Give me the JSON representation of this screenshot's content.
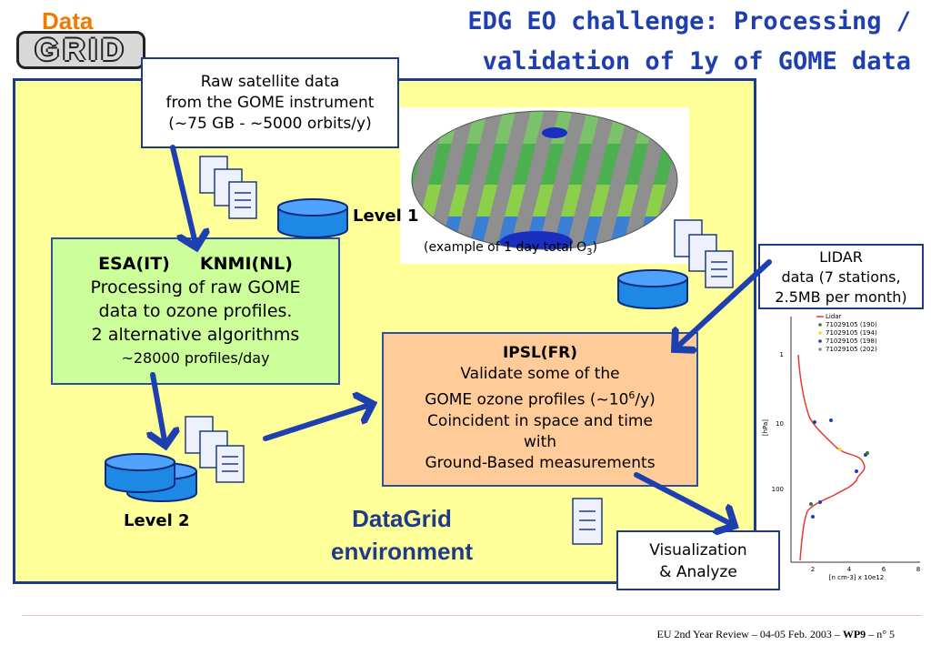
{
  "title": {
    "line1": "EDG EO challenge: Processing /",
    "line2": "validation of 1y of GOME data"
  },
  "logo": {
    "top_word": "Data",
    "bottom_word": "GRID",
    "accent": "#f07a00"
  },
  "raw_data_box": {
    "line1": "Raw satellite data",
    "line2": "from the GOME instrument",
    "line3": "(~75 GB - ~5000 orbits/y)"
  },
  "globe_caption": {
    "text": "(example of 1 day total O",
    "subscript": "3",
    "close": ")"
  },
  "level1_label": "Level 1",
  "level2_label": "Level 2",
  "esa_box": {
    "org1": "ESA(IT)",
    "org2": "KNMI(NL)",
    "line1": "Processing of raw GOME",
    "line2": "data to ozone profiles.",
    "line3": "2 alternative algorithms",
    "line4": "~28000 profiles/day"
  },
  "ipsl_box": {
    "org": "IPSL(FR)",
    "line1": "Validate some of the",
    "line2_pre": "GOME ozone profiles (~10",
    "line2_sup": "6",
    "line2_post": "/y)",
    "line3": "Coincident in space and time",
    "line4": "with",
    "line5": "Ground-Based measurements"
  },
  "lidar_box": {
    "line1": "LIDAR",
    "line2": "data (7 stations,",
    "line3": "2.5MB per month)"
  },
  "visualization_box": {
    "line1": "Visualization",
    "line2": "& Analyze"
  },
  "environment_label": {
    "line1": "DataGrid",
    "line2": "environment"
  },
  "lidar_chart": {
    "legend": [
      "Lidar",
      "71029105 (190)",
      "71029105 (194)",
      "71029105 (198)",
      "71029105 (202)"
    ],
    "y_axis_label": "[hPa]",
    "y_ticks": [
      "1",
      "10",
      "100"
    ],
    "x_ticks": [
      "2",
      "4",
      "6",
      "8"
    ],
    "x_axis_label": "[n cm-3] x 10e12"
  },
  "footer": {
    "text": "EU 2nd Year Review – 04-05 Feb. 2003 – ",
    "bold": "WP9",
    "page": " –  n° 5"
  },
  "colors": {
    "environment_fill": "#ffff99",
    "esa_fill": "#ccff99",
    "ipsl_fill": "#ffcc99",
    "arrow": "#1e3fb0",
    "title": "#1f3fb0"
  }
}
